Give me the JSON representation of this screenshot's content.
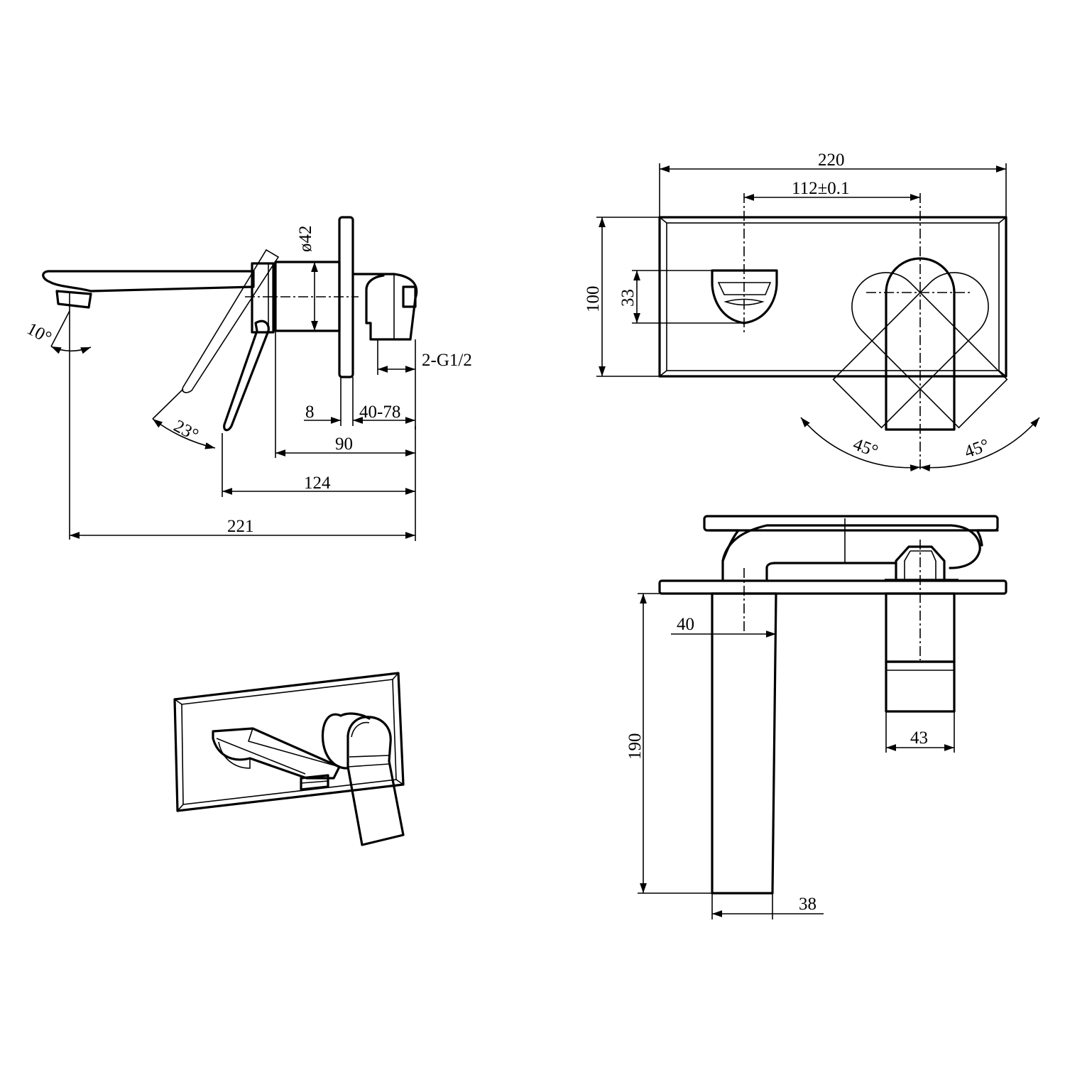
{
  "side_view": {
    "angle_spout": "10°",
    "angle_lever": "23°",
    "dia_body": "ø42",
    "plate_thickness": "8",
    "wall_depth": "40-78",
    "inlet_thread": "2-G1/2",
    "dim_body": "90",
    "dim_lever": "124",
    "dim_total": "221"
  },
  "front_view": {
    "plate_width": "220",
    "centre_distance": "112±0.1",
    "plate_height": "100",
    "spout_height": "33",
    "rotate_left": "45°",
    "rotate_right": "45°"
  },
  "top_view": {
    "spout_width": "40",
    "handle_dia": "43",
    "spout_length": "190",
    "spout_tip": "38"
  }
}
